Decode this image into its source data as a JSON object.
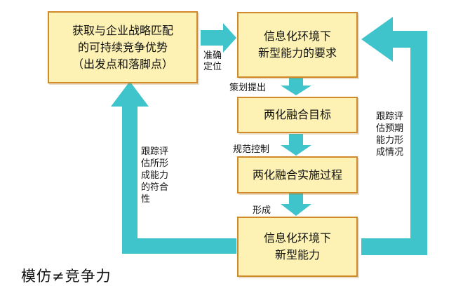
{
  "colors": {
    "arrow": "#3fc4cc",
    "box_fill": "#fdf2b4",
    "box_border": "#d08a2a"
  },
  "boxes": {
    "origin": "获取与企业战略匹配\n的可持续竞争优势\n（出发点和落脚点）",
    "requirements": "信息化环境下\n新型能力的要求",
    "target": "两化融合目标",
    "process": "两化融合实施过程",
    "capability": "信息化环境下\n新型能力"
  },
  "labels": {
    "accurate_positioning": "准确\n定位",
    "plan_propose": "策划提出",
    "standardize_control": "规范控制",
    "form": "形成",
    "track_left": "跟踪评\n估所形\n成能力\n的符合\n性",
    "track_right": "跟踪评\n估预期\n能力形\n成情况"
  },
  "footer": "模仿≠竞争力"
}
